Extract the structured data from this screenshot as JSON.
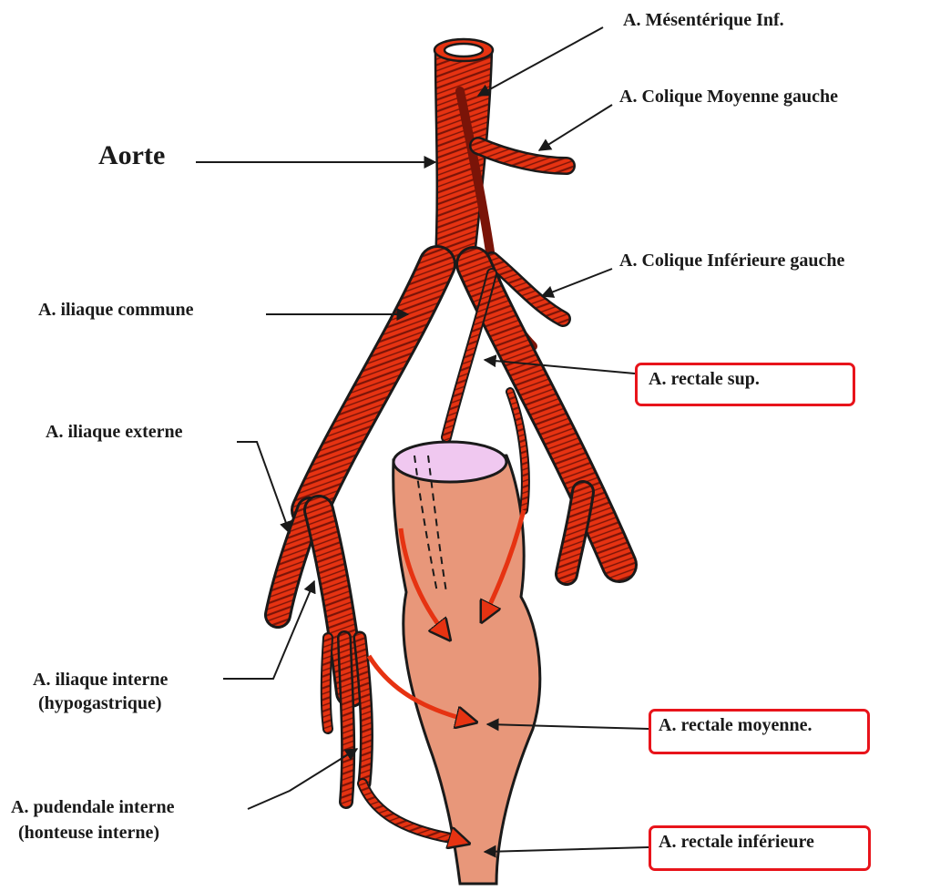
{
  "labels": {
    "mesenterique_inf": "A. Mésentérique Inf.",
    "colique_moyenne_gauche": "A. Colique Moyenne gauche",
    "aorte": "Aorte",
    "colique_inferieure_gauche": "A. Colique Inférieure gauche",
    "iliaque_commune": "A. iliaque commune",
    "rectale_sup": "A. rectale sup.",
    "iliaque_externe": "A. iliaque externe",
    "iliaque_interne": "A. iliaque interne",
    "hypogastrique": "(hypogastrique)",
    "rectale_moyenne": "A. rectale moyenne.",
    "pudendale_interne": "A. pudendale interne",
    "honteuse_interne": "(honteuse interne)",
    "rectale_inferieure": "A. rectale inférieure"
  },
  "colors": {
    "artery": "#e63312",
    "artery_stripe": "#7a1408",
    "rectum": "#e8977a",
    "rectum_lumen": "#f0c8f0",
    "highlight_box": "#e8141b",
    "leader_line": "#1a1a1a"
  }
}
